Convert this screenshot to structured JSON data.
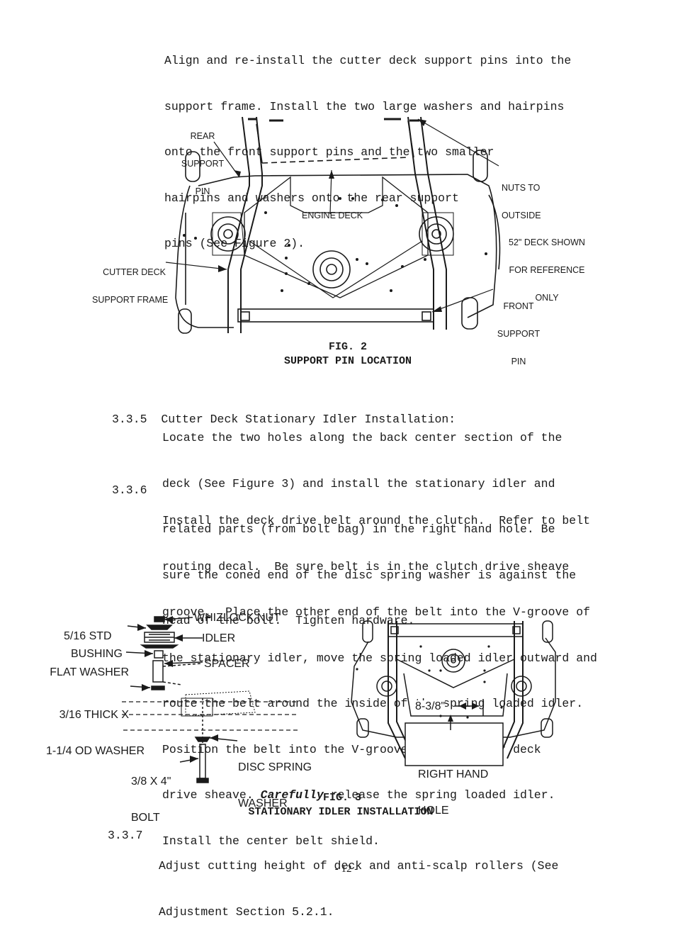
{
  "intro": {
    "lines": [
      "Align and re-install the cutter deck support pins into the",
      "support frame. Install the two large washers and hairpins",
      "onto the front support pins and the two smaller",
      "hairpins and washers onto the rear support",
      "pins (See Figure 2)."
    ]
  },
  "fig2": {
    "labels": {
      "rear_support_pin": [
        "REAR",
        "SUPPORT",
        "PIN"
      ],
      "nuts_to_outside": [
        "NUTS TO",
        "OUTSIDE"
      ],
      "engine_deck": "ENGINE DECK",
      "deck_shown": [
        "52\" DECK SHOWN",
        "FOR REFERENCE",
        "ONLY"
      ],
      "cutter_deck_support_frame": [
        "CUTTER DECK",
        "SUPPORT FRAME"
      ],
      "front_support_pin": [
        "FRONT",
        "SUPPORT",
        "PIN"
      ]
    },
    "caption_number": "FIG. 2",
    "caption_title": "SUPPORT PIN LOCATION"
  },
  "sections": {
    "s335": {
      "number": "3.3.5",
      "title": "Cutter Deck Stationary Idler Installation:",
      "lines": [
        "Locate the two holes along the back center section of the",
        "deck (See Figure 3) and install the stationary idler and",
        "related parts (from bolt bag) in the right hand hole. Be",
        "sure the coned end of the disc spring washer is against the",
        "head of the bolt.  Tighten hardware."
      ]
    },
    "s336": {
      "number": "3.3.6",
      "lines": [
        "Install the deck drive belt around the clutch.  Refer to belt",
        "routing decal.  Be sure belt is in the clutch drive sheave",
        "groove.  Place the other end of the belt into the V-groove of",
        "the stationary idler, move the spring loaded idler outward and",
        "route the belt around the inside of the spring loaded idler.",
        "Position the belt into the V-groove of the cutter deck"
      ],
      "line7_pre": "drive sheave. ",
      "line7_em": "Carefully",
      "line7_post": " release the spring loaded idler.",
      "line8": "Install the center belt shield."
    },
    "s337": {
      "number": "3.3.7",
      "lines": [
        "Adjust cutting height of deck and anti-scalp rollers (See",
        "Adjustment Section 5.2.1."
      ]
    }
  },
  "fig3": {
    "labels": {
      "flat_washer": [
        "5/16 STD",
        "FLAT WASHER"
      ],
      "whizlock_nut": "WHIZLOCK NUT",
      "idler": "IDLER",
      "bushing": "BUSHING",
      "spacer": "SPACER",
      "thick_washer": [
        "3/16 THICK X",
        "1-1/4 OD WASHER"
      ],
      "disc_spring_washer": [
        "DISC SPRING",
        "WASHER"
      ],
      "bolt": [
        "3/8 X 4\"",
        "BOLT"
      ],
      "dimension": "8-3/8\"",
      "right_hand_hole": [
        "RIGHT HAND",
        "HOLE"
      ]
    },
    "caption_number": "FIG. 3",
    "caption_title": "STATIONARY IDLER INSTALLATION"
  },
  "page_number": "- 12 -"
}
